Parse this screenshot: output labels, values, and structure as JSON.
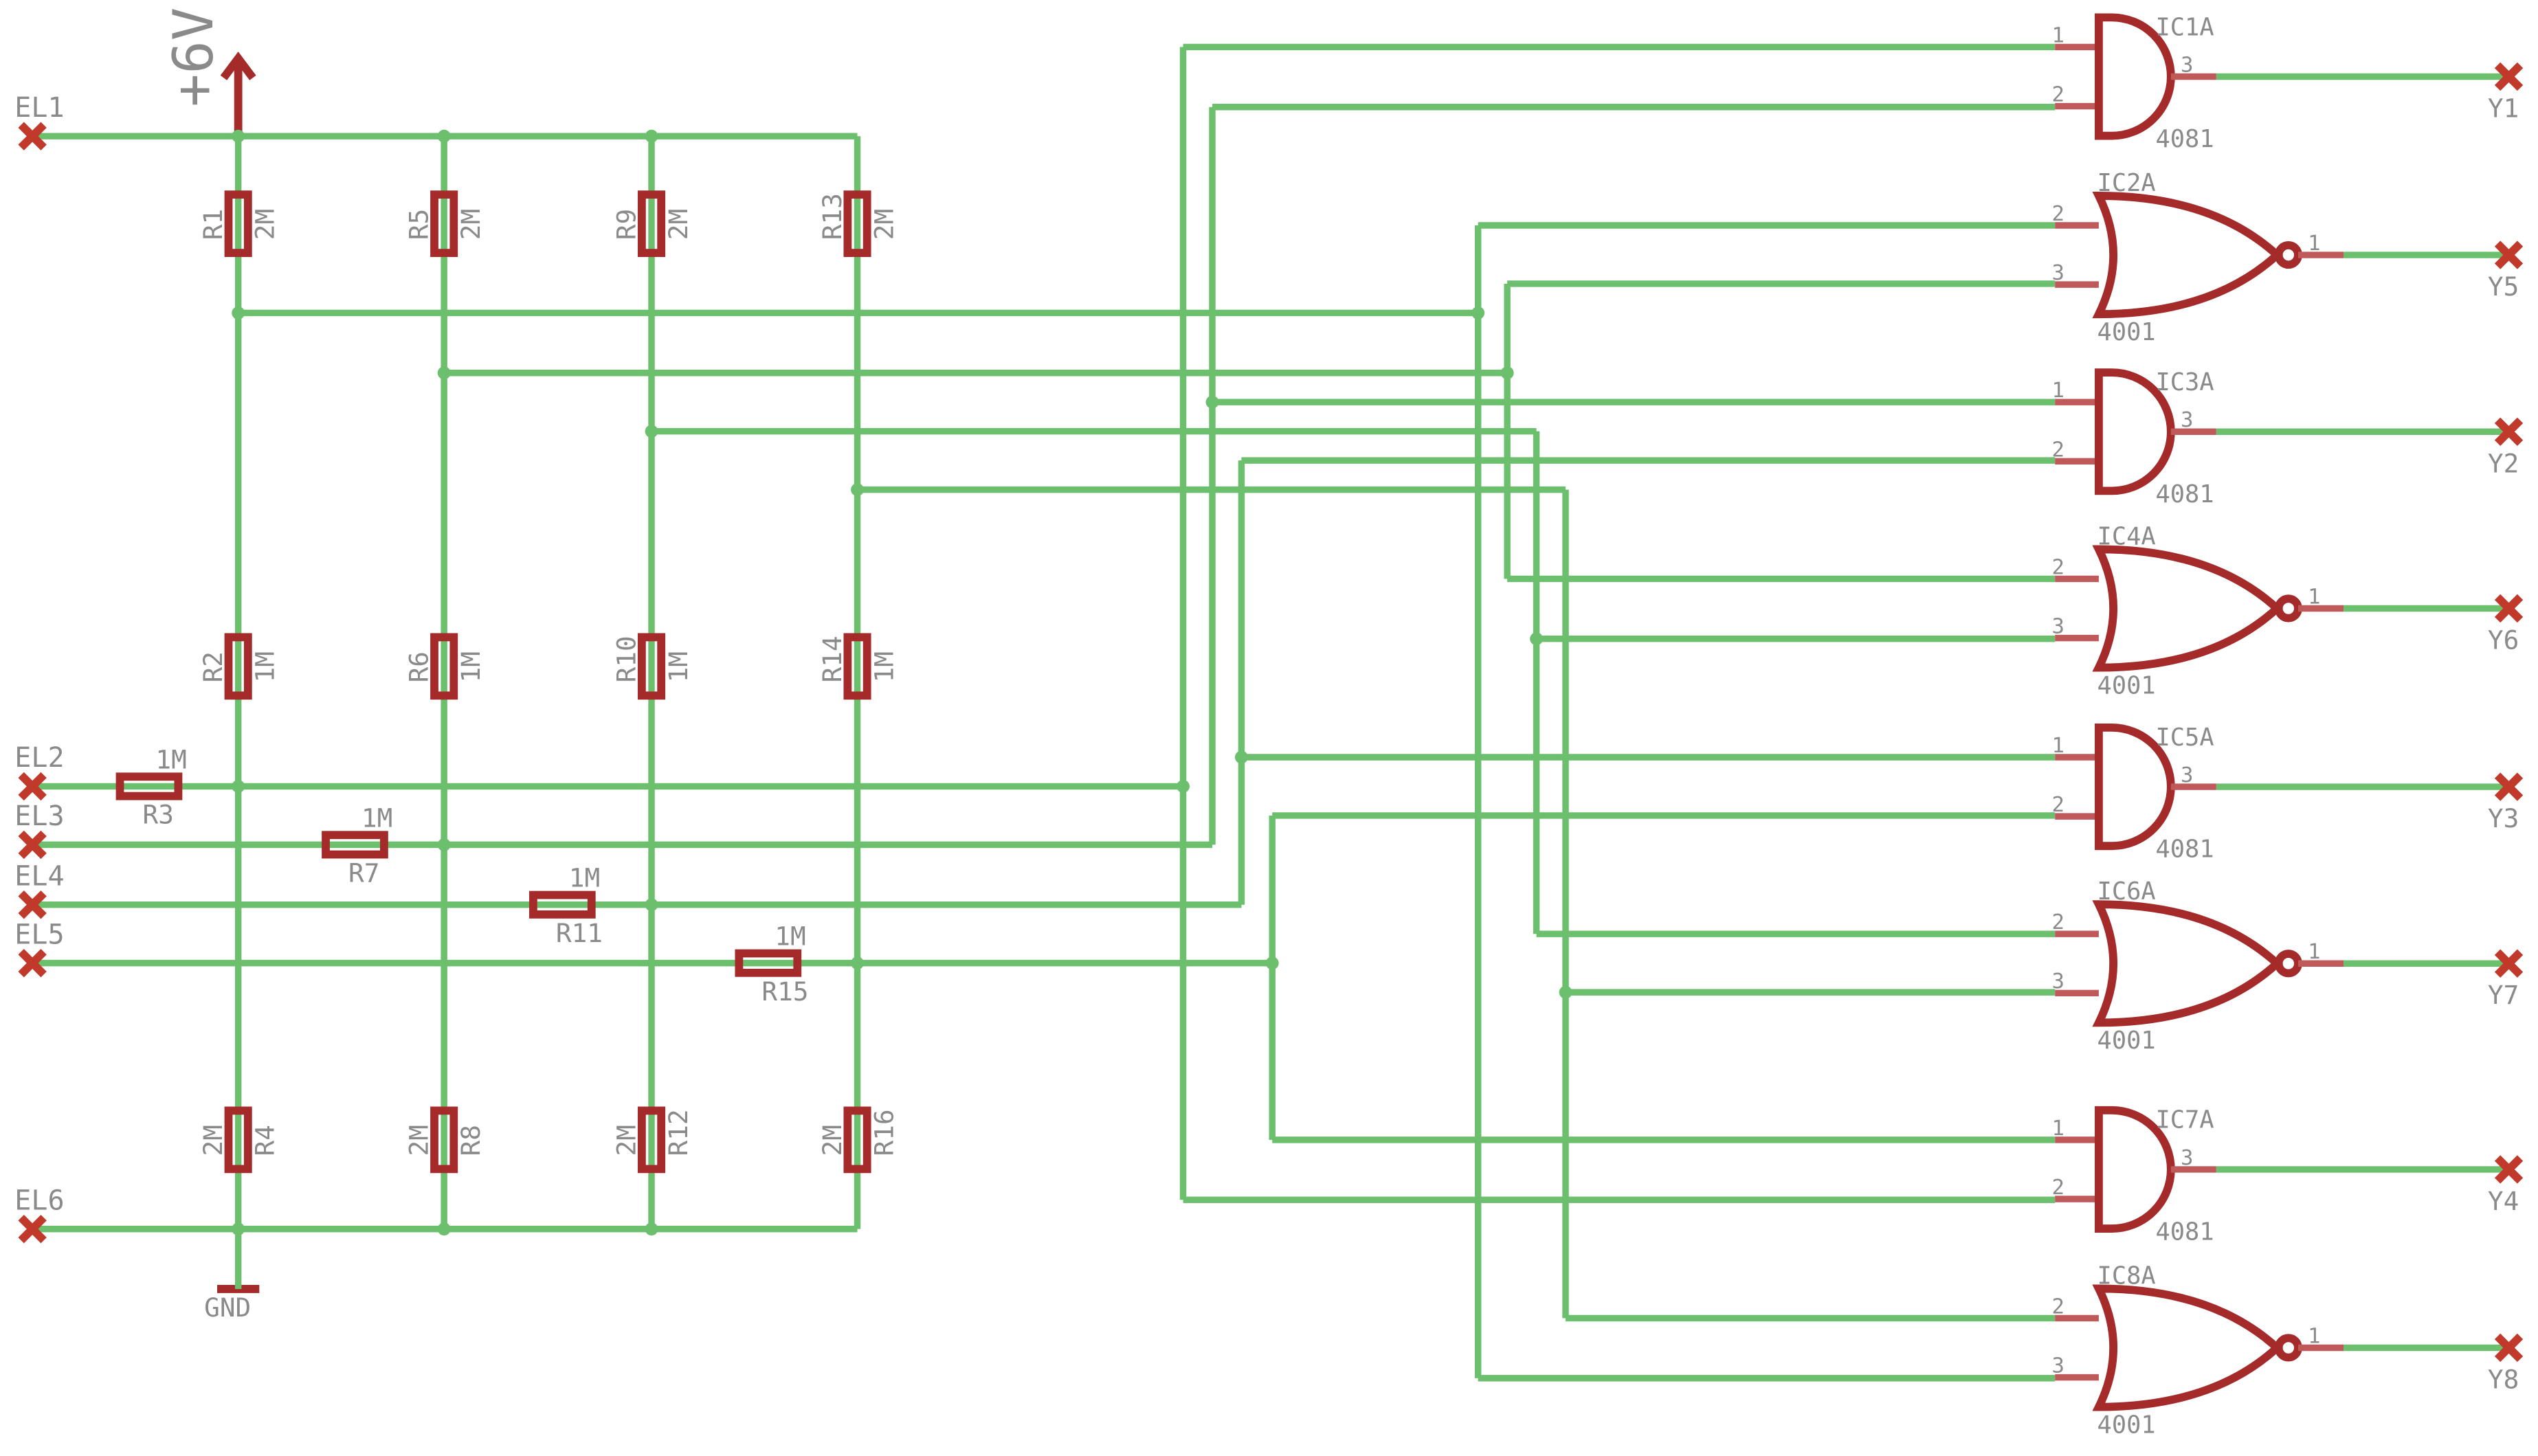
{
  "supply": {
    "label": "+6V",
    "ground": "GND"
  },
  "inputs": [
    "EL1",
    "EL2",
    "EL3",
    "EL4",
    "EL5",
    "EL6"
  ],
  "columns": [
    {
      "top": {
        "name": "R1",
        "value": "2M"
      },
      "mid": {
        "name": "R2",
        "value": "1M"
      },
      "bot": {
        "name": "R4",
        "value": "2M"
      },
      "series": {
        "name": "R3",
        "value": "1M"
      }
    },
    {
      "top": {
        "name": "R5",
        "value": "2M"
      },
      "mid": {
        "name": "R6",
        "value": "1M"
      },
      "bot": {
        "name": "R8",
        "value": "2M"
      },
      "series": {
        "name": "R7",
        "value": "1M"
      }
    },
    {
      "top": {
        "name": "R9",
        "value": "2M"
      },
      "mid": {
        "name": "R10",
        "value": "1M"
      },
      "bot": {
        "name": "R12",
        "value": "2M"
      },
      "series": {
        "name": "R11",
        "value": "1M"
      }
    },
    {
      "top": {
        "name": "R13",
        "value": "2M"
      },
      "mid": {
        "name": "R14",
        "value": "1M"
      },
      "bot": {
        "name": "R16",
        "value": "2M"
      },
      "series": {
        "name": "R15",
        "value": "1M"
      }
    }
  ],
  "gates": [
    {
      "name": "IC1A",
      "part": "4081",
      "type": "and",
      "pin_a": "1",
      "pin_b": "2",
      "pin_out": "3",
      "output": "Y1"
    },
    {
      "name": "IC2A",
      "part": "4001",
      "type": "nor",
      "pin_a": "2",
      "pin_b": "3",
      "pin_out": "1",
      "output": "Y5"
    },
    {
      "name": "IC3A",
      "part": "4081",
      "type": "and",
      "pin_a": "1",
      "pin_b": "2",
      "pin_out": "3",
      "output": "Y2"
    },
    {
      "name": "IC4A",
      "part": "4001",
      "type": "nor",
      "pin_a": "2",
      "pin_b": "3",
      "pin_out": "1",
      "output": "Y6"
    },
    {
      "name": "IC5A",
      "part": "4081",
      "type": "and",
      "pin_a": "1",
      "pin_b": "2",
      "pin_out": "3",
      "output": "Y3"
    },
    {
      "name": "IC6A",
      "part": "4001",
      "type": "nor",
      "pin_a": "2",
      "pin_b": "3",
      "pin_out": "1",
      "output": "Y7"
    },
    {
      "name": "IC7A",
      "part": "4081",
      "type": "and",
      "pin_a": "1",
      "pin_b": "2",
      "pin_out": "3",
      "output": "Y4"
    },
    {
      "name": "IC8A",
      "part": "4001",
      "type": "nor",
      "pin_a": "2",
      "pin_b": "3",
      "pin_out": "1",
      "output": "Y8"
    }
  ],
  "colors": {
    "wire": "#6cbf6c",
    "symbol": "#a52a2a",
    "pin": "#c05a5a",
    "terminal": "#c0392b",
    "label": "#8a8a8a"
  }
}
